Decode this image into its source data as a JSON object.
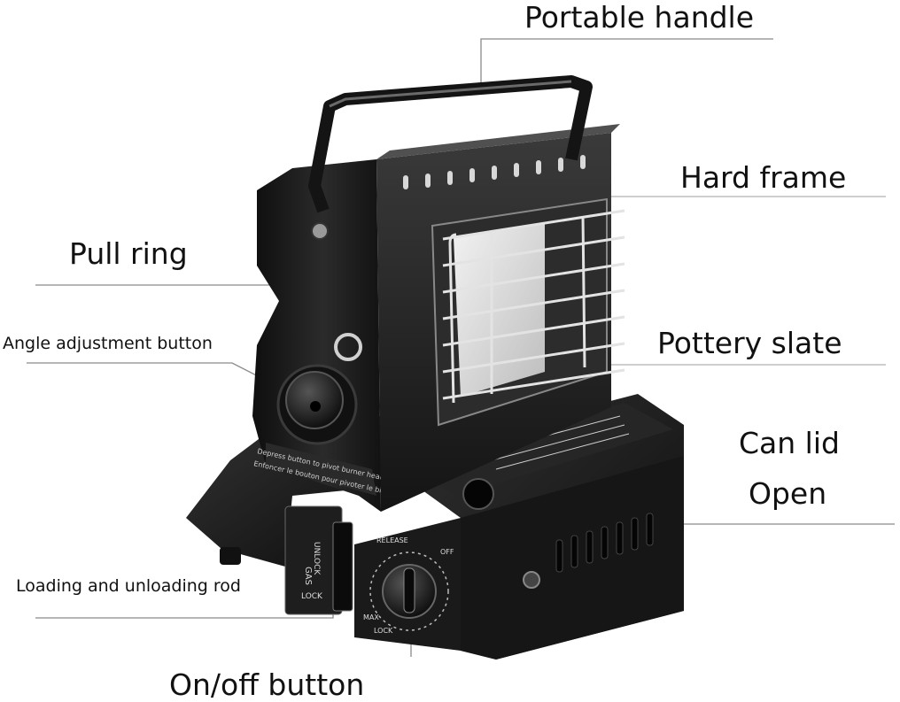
{
  "labels": {
    "portable_handle": "Portable handle",
    "hard_frame": "Hard frame",
    "pull_ring": "Pull ring",
    "angle_adjustment_button": "Angle adjustment button",
    "pottery_slate": "Pottery slate",
    "can_lid": "Can lid",
    "open": "Open",
    "loading_unloading_rod": "Loading and unloading rod",
    "on_off_button": "On/off button"
  },
  "product_markings": {
    "lever_top": "UNLOCK",
    "lever_middle": "GAS",
    "lever_bottom": "LOCK",
    "knob_release": "RELEASE",
    "knob_off": "OFF",
    "knob_max": "MAX",
    "knob_lock": "LOCK",
    "instruction_1": "Depress button to pivot burner head.",
    "instruction_2": "Enfoncer le bouton pour pivoter le brûleur."
  },
  "colors": {
    "body": "#1a1a1a",
    "body_highlight": "#4a4a4a",
    "metal": "#d8d8d8",
    "ceramic": "#e6e6e6",
    "leader_line": "#7a7a7a",
    "text": "#111111"
  }
}
